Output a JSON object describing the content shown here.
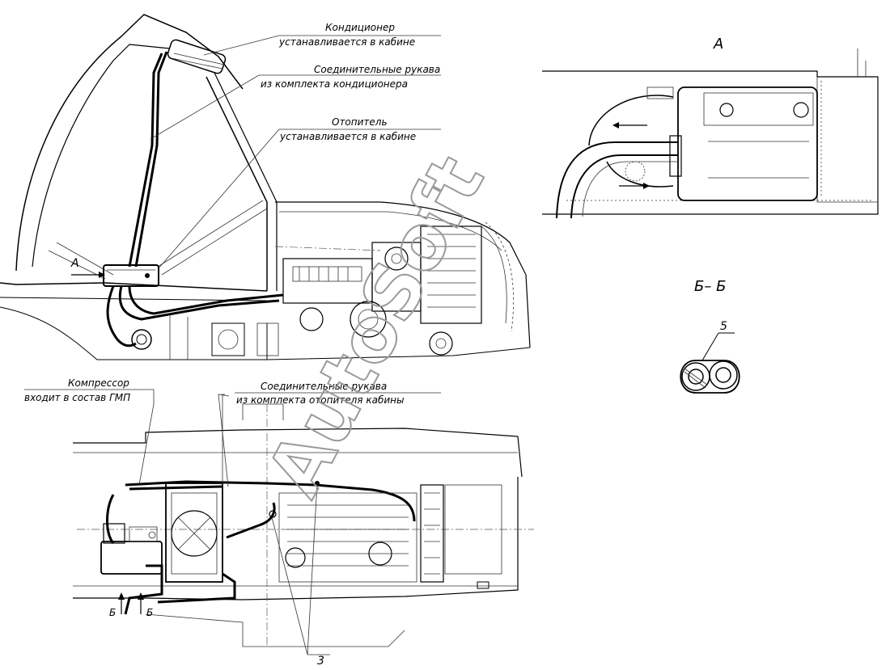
{
  "labels": {
    "conditioner_line1": "Кондиционер",
    "conditioner_line2": "устанавливается в кабине",
    "hoses_ac_line1": "Соединительные рукава",
    "hoses_ac_line2": "из комплекта кондиционера",
    "heater_line1": "Отопитель",
    "heater_line2": "устанавливается в кабине",
    "view_a_arrow": "А",
    "compressor_line1": "Компрессор",
    "compressor_line2": "входит в состав ГМП",
    "hoses_heater_line1": "Соединительные рукава",
    "hoses_heater_line2": "из комплекта отопителя кабины",
    "section_mark_left": "Б",
    "section_mark_right": "Б",
    "callout_3": "3",
    "view_a_title": "А",
    "section_title": "Б– Б",
    "callout_5": "5"
  },
  "watermark": "AutoSoft"
}
